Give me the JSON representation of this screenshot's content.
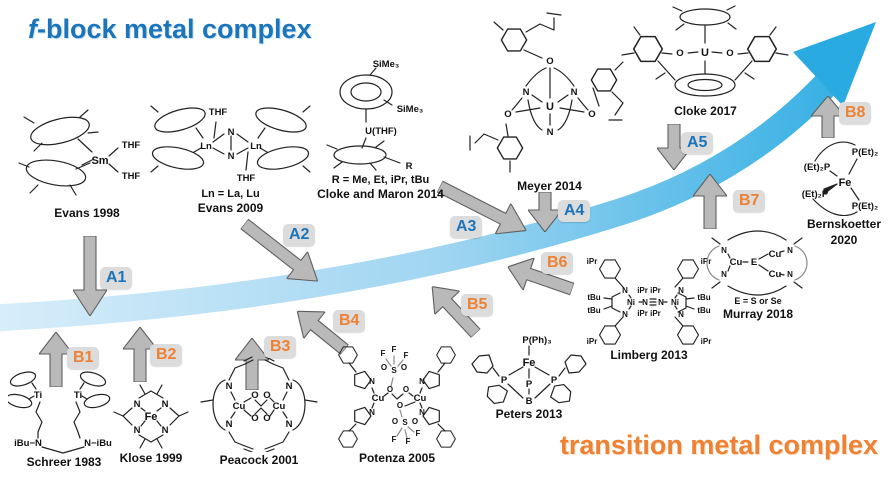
{
  "titles": {
    "f_block_italic": "f",
    "f_block_rest": "-block metal complex",
    "transition": "transition metal complex"
  },
  "colors": {
    "a_label": "#1c75bb",
    "b_label": "#ee8133",
    "label_bg": "#dcdcdc",
    "arrow_fill": "#b9b9b9",
    "arrow_outline": "#5f5f5f",
    "swoosh_light": "#d7edfa",
    "swoosh_mid": "#9fd5f1",
    "swoosh_dark": "#29abe2"
  },
  "labels": {
    "a1": "A1",
    "a2": "A2",
    "a3": "A3",
    "a4": "A4",
    "a5": "A5",
    "b1": "B1",
    "b2": "B2",
    "b3": "B3",
    "b4": "B4",
    "b5": "B5",
    "b6": "B6",
    "b7": "B7",
    "b8": "B8"
  },
  "complexes": {
    "evans1998": {
      "caption": "Evans 1998",
      "atoms": {
        "sm": "Sm",
        "thf1": "THF",
        "thf2": "THF"
      }
    },
    "evans2009": {
      "caption": "Evans 2009",
      "note": "Ln = La, Lu",
      "atoms": {
        "ln1": "Ln",
        "ln2": "Ln",
        "n1": "N",
        "n2": "N",
        "thf1": "THF",
        "thf2": "THF"
      }
    },
    "cloke2014": {
      "caption": "Cloke and Maron 2014",
      "note": "R = Me, Et, iPr, tBu",
      "atoms": {
        "sime3_top": "SiMe₃",
        "sime3_side": "SiMe₃",
        "u": "U(THF)",
        "r": "R"
      }
    },
    "meyer2014": {
      "caption": "Meyer 2014",
      "atoms": {
        "u": "U",
        "n1": "N",
        "n2": "N",
        "n3": "N",
        "o1": "O",
        "o2": "O",
        "o3": "O"
      }
    },
    "cloke2017": {
      "caption": "Cloke 2017",
      "atoms": {
        "u": "U",
        "o1": "O",
        "o2": "O"
      }
    },
    "bernskoetter2020": {
      "caption_line1": "Bernskoetter",
      "caption_line2": "2020",
      "atoms": {
        "fe": "Fe",
        "p1": "P(Et)₂",
        "p2": "(Et)₂P",
        "p3": "(Et)₂P",
        "p4": "P(Et)₂"
      }
    },
    "schreer1983": {
      "caption": "Schreer 1983",
      "atoms": {
        "ti1": "Ti",
        "ti2": "Ti",
        "nl": "iBu−N",
        "nr": "N−iBu"
      }
    },
    "klose1999": {
      "caption": "Klose 1999",
      "atoms": {
        "fe": "Fe",
        "n1": "N",
        "n2": "N",
        "n3": "N",
        "n4": "N"
      }
    },
    "peacock2001": {
      "caption": "Peacock 2001",
      "atoms": {
        "cu1": "Cu",
        "cu2": "Cu",
        "o1": "O",
        "o2": "O",
        "o3": "O",
        "o4": "O",
        "n1": "N",
        "n2": "N",
        "n3": "N",
        "n4": "N"
      }
    },
    "potenza2005": {
      "caption": "Potenza 2005",
      "atoms": {
        "cu1": "Cu",
        "cu2": "Cu",
        "o1": "O",
        "o2": "O",
        "o3": "O",
        "s1": "S",
        "s2": "S",
        "os1": "O",
        "os2": "O",
        "os3": "O",
        "os4": "O",
        "f1": "F",
        "f2": "F",
        "f3": "F",
        "f4": "F",
        "f5": "F",
        "f6": "F",
        "n1": "N",
        "n2": "N",
        "n3": "N",
        "n4": "N"
      }
    },
    "peters2013": {
      "caption": "Peters 2013",
      "atoms": {
        "pph3": "P(Ph)₃",
        "fe": "Fe",
        "p1": "P",
        "p2": "P",
        "p3": "P",
        "b": "B"
      }
    },
    "limberg2013": {
      "caption": "Limberg 2013",
      "atoms": {
        "ni1": "Ni",
        "n1": "N",
        "n2": "N",
        "ni2": "Ni",
        "n3": "N",
        "n4": "N",
        "n5": "N",
        "n6": "N",
        "ipr1": "iPr",
        "ipr2": "iPr",
        "ipr3": "iPr",
        "ipr4": "iPr",
        "tbu1": "tBu",
        "tbu2": "tBu",
        "tbu3": "tBu",
        "tbu4": "tBu",
        "iprc1": "iPr iPr",
        "iprc2": "iPr iPr"
      }
    },
    "murray2018": {
      "caption": "Murray 2018",
      "note": "E = S or Se",
      "atoms": {
        "cu1": "Cu",
        "e": "E",
        "cu2": "Cu",
        "cu3": "Cu",
        "n1": "N",
        "n2": "N",
        "n3": "N",
        "n4": "N"
      }
    }
  }
}
